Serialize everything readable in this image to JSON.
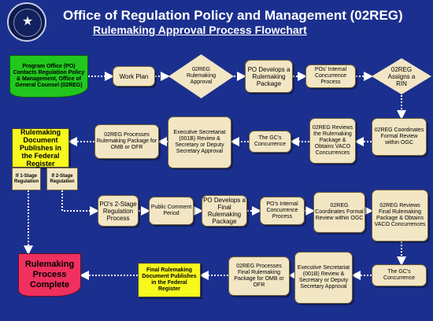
{
  "header": {
    "title": "Office of Regulation Policy and Management (02REG)",
    "subtitle": "Rulemaking Approval Process Flowchart"
  },
  "nodes": {
    "program_office": "Program Office (PO) Contacts Regulation Policy & Management, Office of General Counsel (02REG)",
    "work_plan": "Work Plan",
    "reg_rulemaking_approval": "02REG Rulemaking Approval",
    "po_develops_package": "PO Develops a Rulemaking Package",
    "po_internal_concurrence": "POs' Internal Concurrence Process",
    "reg_assigns_rin": "02REG Assigns a RIN",
    "reg_coordinates_formal_review_1": "02REG Coordinates Formal Review within OGC",
    "reg_reviews_package": "02REG Reviews the Rulemaking Package & Obtains VACO Concurrences",
    "gc_concurrence_1": "The GC's Concurrence",
    "exec_secretariat_1": "Executive Secretariat (001B) Review & Secretary or Deputy Secretary Approval",
    "reg_processes_package": "02REG Processes Rulemaking Package for OMB or OFR",
    "publishes_federal_register": "Rulemaking Document Publishes in the Federal Register",
    "if_1_stage": "If 1-Stage Regulation",
    "if_2_stage": "If 2-Stage Regulation",
    "po_2_stage": "PO's 2-Stage Regulation Process",
    "public_comment": "Public Comment Period",
    "po_develops_final": "PO Develops a Final Rulemaking Package",
    "po_internal_concurrence_2": "PO's Internal Concurrence Process",
    "reg_coordinates_formal_review_2": "02REG Coordinates Formal Review within OGC",
    "reg_reviews_final": "02REG Reviews Final Rulemaking Package & Obtains VACO Concurrences",
    "gc_concurrence_2": "The GC's Concurrence",
    "exec_secretariat_2": "Executive Secretariat (001B) Review & Secretary or Deputy Secretary Approval",
    "reg_processes_final": "02REG Processes Final Rulemaking Package for OMB or OFR",
    "final_publishes": "Final Rulemaking Document Publishes in the Federal Register",
    "complete": "Rulemaking Process Complete"
  }
}
